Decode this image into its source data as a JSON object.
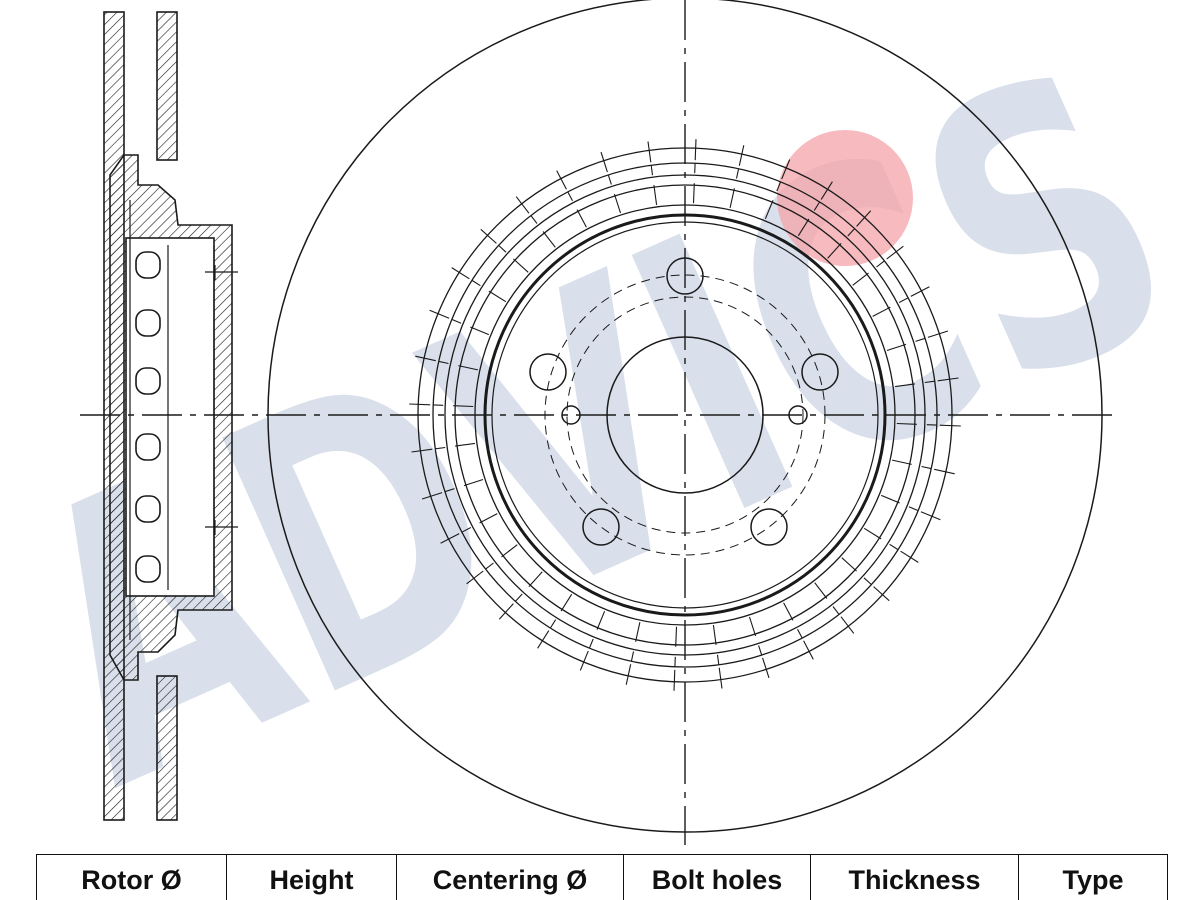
{
  "watermark": {
    "logo_text": "ADVICS",
    "logo_color": "#b9c7da",
    "dot_color": "#f4a3a8"
  },
  "drawing": {
    "line_color": "#1a1a1a",
    "views": [
      "cross-section-view",
      "front-view"
    ],
    "bolt_hole_count": 5
  },
  "table": {
    "headers": [
      "Rotor Ø",
      "Height",
      "Centering Ø",
      "Bolt holes",
      "Thickness",
      "Type"
    ]
  }
}
